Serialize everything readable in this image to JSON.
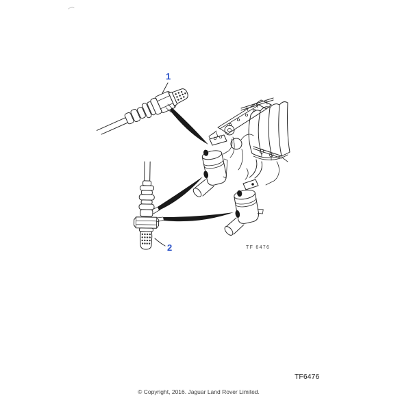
{
  "diagram": {
    "callouts": [
      {
        "label": "1"
      },
      {
        "label": "2"
      }
    ],
    "figure_code": "TF 6476",
    "page_code": "TF6476",
    "copyright": "© Copyright, 2016. Jaguar Land Rover Limited."
  },
  "colors": {
    "callout": "#2b52c8",
    "line": "#2c2c2c",
    "ink": "#1a1a1a",
    "muted": "#3f3f3f"
  }
}
